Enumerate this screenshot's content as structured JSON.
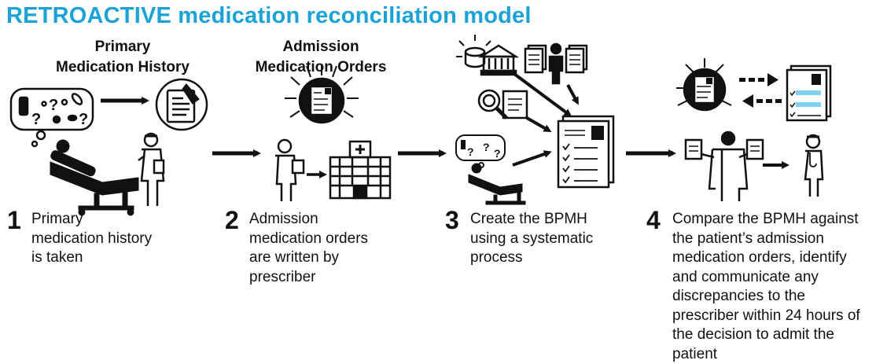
{
  "title": "RETROACTIVE medication reconciliation model",
  "headings": {
    "primary_line1": "Primary",
    "primary_line2": "Medication History",
    "admission_line1": "Admission",
    "admission_line2": "Medication Orders"
  },
  "steps": [
    {
      "number": "1",
      "lines": [
        "Primary",
        "medication history",
        "is taken"
      ]
    },
    {
      "number": "2",
      "lines": [
        "Admission",
        "medication orders",
        "are written by",
        "prescriber"
      ]
    },
    {
      "number": "3",
      "lines": [
        "Create the BPMH",
        "using a systematic",
        "process"
      ]
    },
    {
      "number": "4",
      "lines": [
        "Compare the BPMH against",
        "the patient’s admission",
        "medication orders, identify",
        "and communicate any",
        "discrepancies to the",
        "prescriber within 24 hours of",
        "the decision to admit the",
        "patient"
      ]
    }
  ],
  "icons": {
    "thought": "question-marks-thought-bubble-icon",
    "clipboard": "clipboard-writing-icon",
    "patient_bed": "patient-in-bed-icon",
    "clinician": "clinician-icon",
    "orders": "medication-orders-icon",
    "prescriber": "prescriber-icon",
    "hospital": "hospital-icon",
    "pharmacy": "community-pharmacy-icon",
    "records": "records-person-icon",
    "magnifier": "magnifier-document-icon",
    "bpmh": "bpmh-document-icon",
    "compare_person": "pharmacist-comparing-icon",
    "doctor": "doctor-icon"
  },
  "colors": {
    "title": "#1ba3d8",
    "ink": "#111111",
    "highlight": "#7fd3f2"
  }
}
